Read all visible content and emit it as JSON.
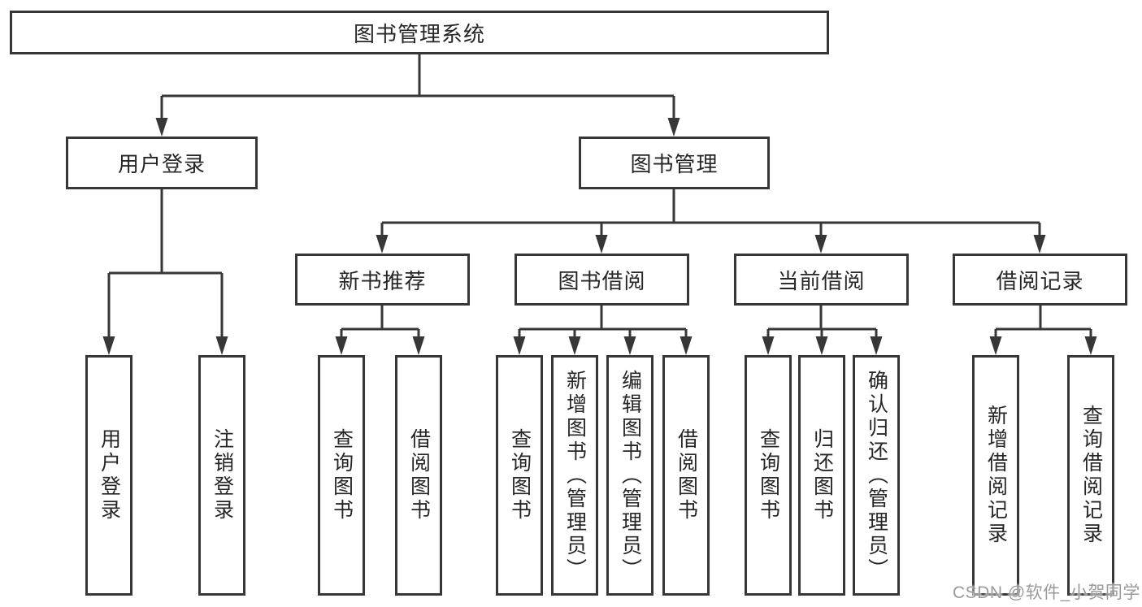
{
  "colors": {
    "line": "#373737",
    "border": "#373737",
    "text": "#262626",
    "background": "#ffffff",
    "watermark": "#9a9a9a"
  },
  "diagram": {
    "root": {
      "label": "图书管理系统"
    },
    "level2": [
      {
        "label": "用户登录"
      },
      {
        "label": "图书管理"
      }
    ],
    "level3": [
      {
        "label": "新书推荐"
      },
      {
        "label": "图书借阅"
      },
      {
        "label": "当前借阅"
      },
      {
        "label": "借阅记录"
      }
    ],
    "leaves": {
      "user_login": [
        {
          "label": "用户登录"
        },
        {
          "label": "注销登录"
        }
      ],
      "new_book": [
        {
          "label": "查询图书"
        },
        {
          "label": "借阅图书"
        }
      ],
      "book_borrow": [
        {
          "label": "查询图书"
        },
        {
          "label": "新增图书（管理员）"
        },
        {
          "label": "编辑图书（管理员）"
        },
        {
          "label": "借阅图书"
        }
      ],
      "current_borrow": [
        {
          "label": "查询图书"
        },
        {
          "label": "归还图书"
        },
        {
          "label": "确认归还（管理员）"
        }
      ],
      "borrow_record": [
        {
          "label": "新增借阅记录"
        },
        {
          "label": "查询借阅记录"
        }
      ]
    }
  },
  "watermark": {
    "text": "CSDN @软件_小贺同学"
  }
}
